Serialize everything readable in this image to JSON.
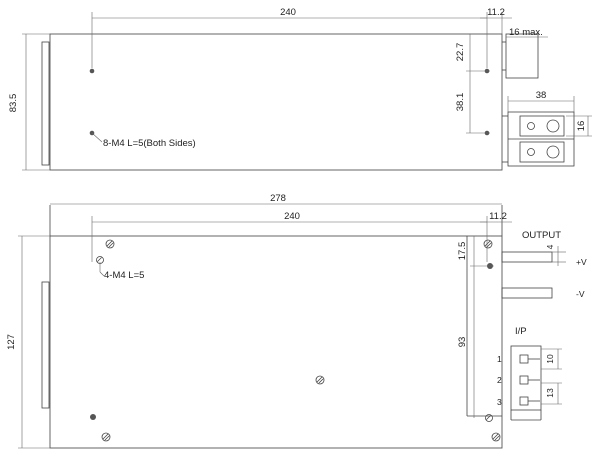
{
  "top_view": {
    "dim_length": "240",
    "dim_offset": "11.2",
    "dim_terminal": "16 max.",
    "dim_height": "83.5",
    "dim_hole_top": "22.7",
    "dim_hole_spacing": "38.1",
    "dim_terminal_width": "38",
    "dim_terminal_height": "16",
    "hole_note": "8-M4 L=5(Both Sides)"
  },
  "bottom_view": {
    "dim_total_length": "278",
    "dim_length": "240",
    "dim_offset": "11.2",
    "dim_height": "127",
    "dim_hole_top": "17.5",
    "dim_hole_spacing": "93",
    "hole_note": "4-M4 L=5",
    "output_label": "OUTPUT",
    "output_pin_width": "4",
    "output_pos": "+V",
    "output_neg": "-V",
    "input_label": "I/P",
    "pin1": "1",
    "pin2": "2",
    "pin3": "3",
    "pin_dim_10": "10",
    "pin_dim_13": "13"
  }
}
